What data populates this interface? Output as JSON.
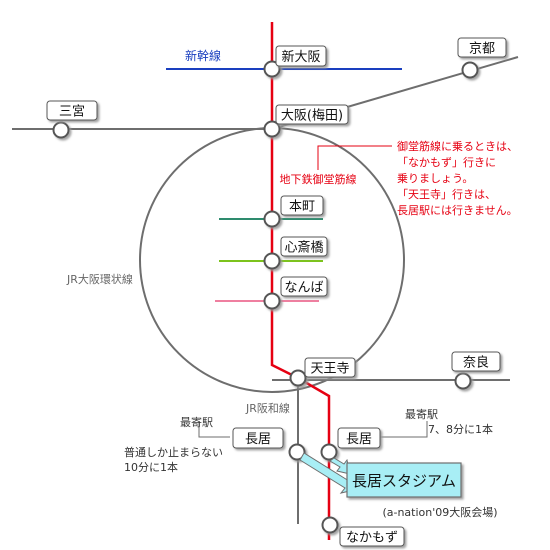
{
  "lines": {
    "shinkansen": "新幹線",
    "midosuji": "地下鉄御堂筋線",
    "loop": "JR大阪環状線",
    "hanwa": "JR阪和線"
  },
  "stations": {
    "shin_osaka": "新大阪",
    "kyoto": "京都",
    "sannomiya": "三宮",
    "osaka_umeda": "大阪(梅田)",
    "honmachi": "本町",
    "shinsaibashi": "心斎橋",
    "namba": "なんば",
    "tennoji": "天王寺",
    "nara": "奈良",
    "nagai_jr": "長居",
    "nagai_subway": "長居",
    "nakamozu": "なかもず"
  },
  "stadium": {
    "name": "長居スタジアム",
    "sub": "(a-nation'09大阪会場)"
  },
  "notes": {
    "midosuji": [
      "御堂筋線に乗るときは、",
      "「なかもず」行きに",
      "乗りましょう。",
      "「天王寺」行きは、",
      "長居駅には行きません。"
    ],
    "nearest_jr_title": "最寄駅",
    "nearest_jr": [
      "普通しか止まらない",
      "10分に1本"
    ],
    "nearest_subway_title": "最寄駅",
    "nearest_subway": "7、8分に1本"
  },
  "colors": {
    "midosuji": "#e60012",
    "shinkansen": "#1a3fbf",
    "jr_gray": "#6e6e6e",
    "honmachi_line": "#2e8b6e",
    "shinsaibashi_line": "#7cc31c",
    "namba_line": "#ef7fa0",
    "stadium_fill": "#a8eef5",
    "note_red": "#e60012"
  }
}
